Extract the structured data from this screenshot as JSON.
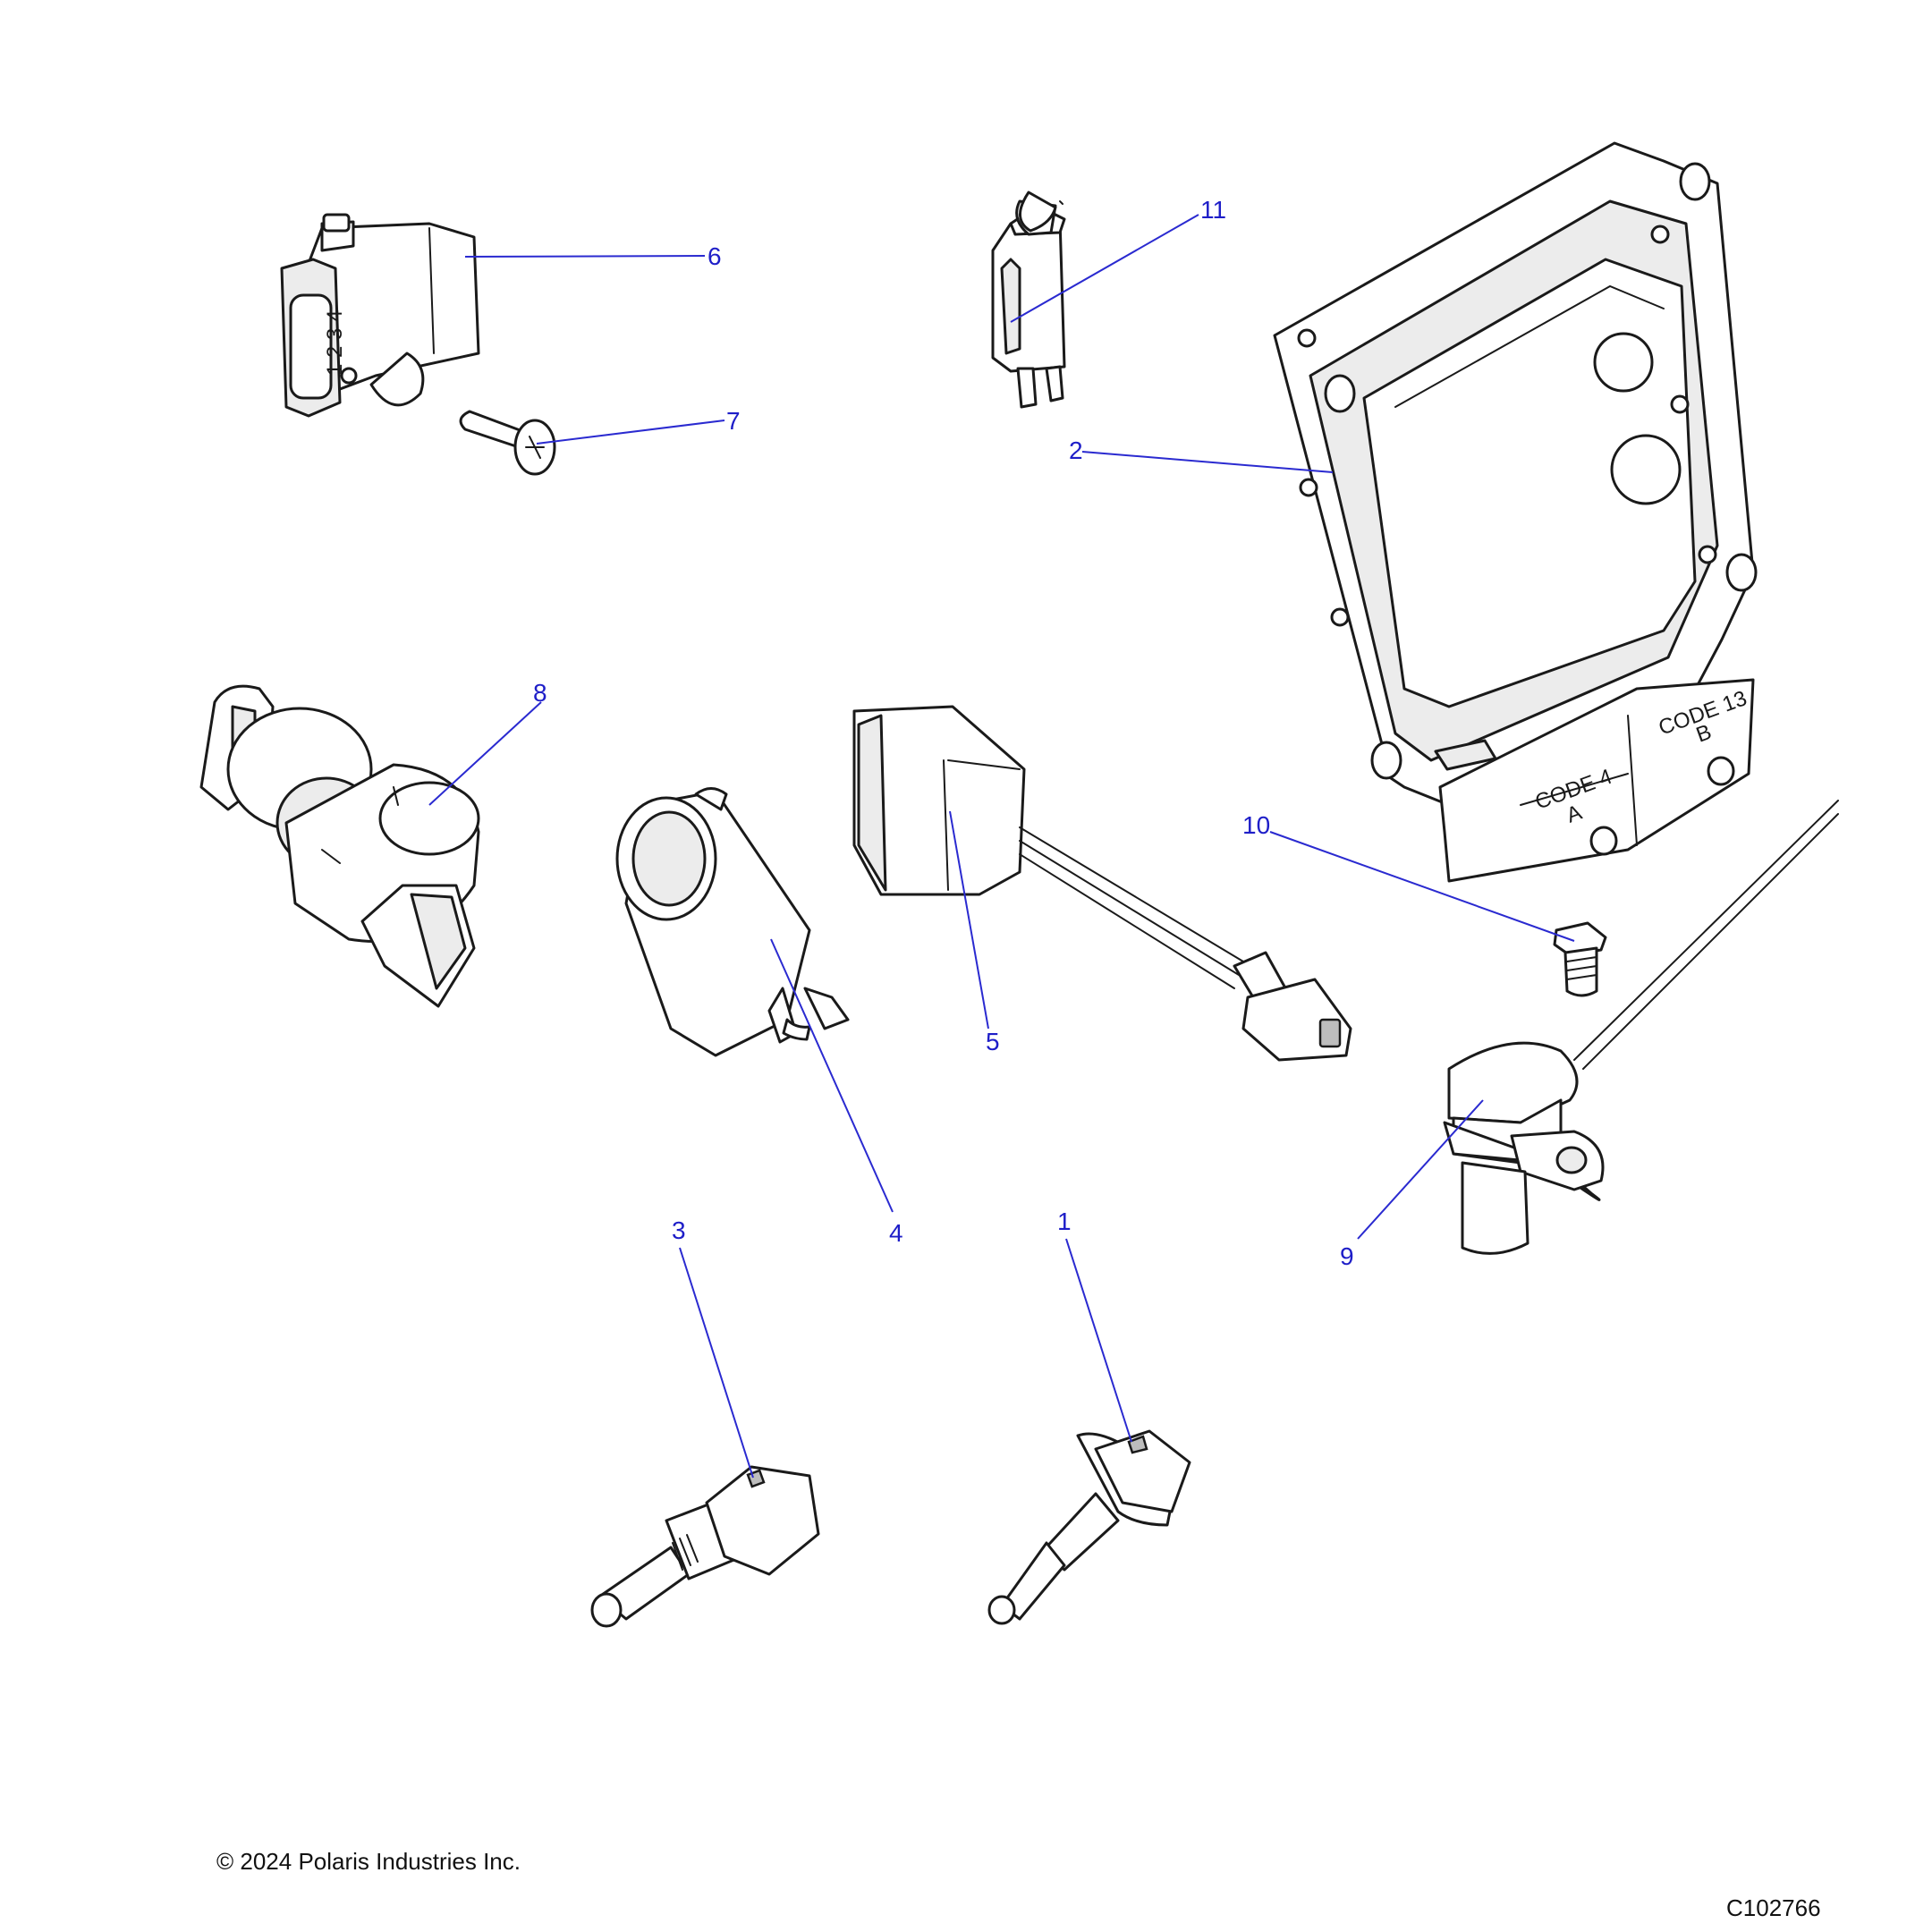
{
  "callouts": {
    "c1": "1",
    "c2": "2",
    "c3": "3",
    "c4": "4",
    "c5": "5",
    "c6": "6",
    "c7": "7",
    "c8": "8",
    "c9": "9",
    "c10": "10",
    "c11": "11"
  },
  "ecu_markings": {
    "code_a": "CODE 4",
    "letter_a": "A",
    "code_b": "CODE 13",
    "letter_b": "B"
  },
  "sensor_marking": "1 2 3 4",
  "footer": {
    "copyright": "© 2024 Polaris Industries Inc.",
    "drawing_id": "C102766"
  },
  "colors": {
    "leader_line": "#2a2ad0",
    "callout_text": "#1e1ec8",
    "outline": "#1a1a1a"
  }
}
